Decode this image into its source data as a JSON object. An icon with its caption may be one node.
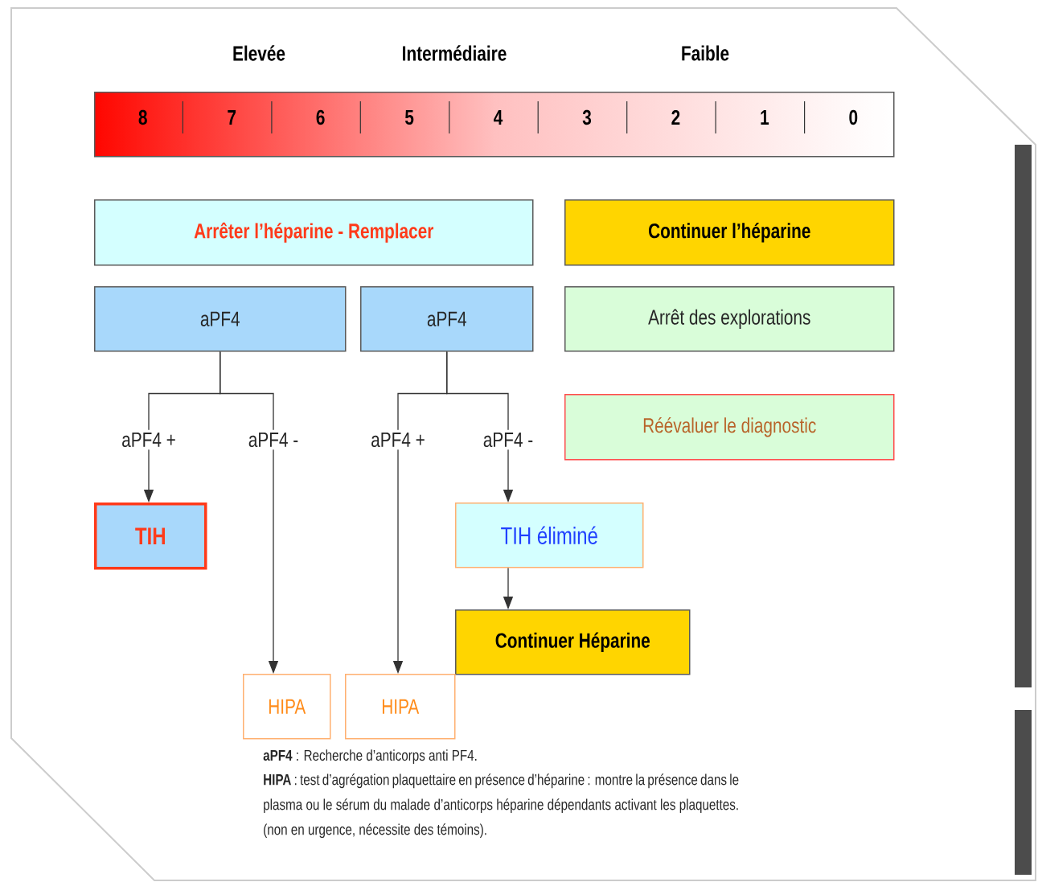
{
  "diagram": {
    "nodes": [
      {
        "text": [
          "8",
          "7",
          "6",
          "5",
          "4",
          "3",
          "2",
          "1",
          "0"
        ]
      },
      {
        "text": [
          "Arrêter l’héparine - Remplacer"
        ]
      },
      {
        "text": [
          "Continuer l’héparine"
        ]
      },
      {
        "text": [
          "aPF4"
        ]
      },
      {
        "text": [
          "aPF4"
        ]
      },
      {
        "text": [
          "Arrêt des explorations"
        ]
      },
      {
        "text": [
          "Réévaluer le diagnostic"
        ]
      },
      {
        "text": [
          "aPF4 +"
        ]
      },
      {
        "text": [
          "aPF4 -"
        ]
      },
      {
        "text": [
          "aPF4 +"
        ]
      },
      {
        "text": [
          "aPF4 -"
        ]
      },
      {
        "text": [
          "TIH"
        ]
      },
      {
        "text": [
          "TIH éliminé"
        ]
      },
      {
        "text": [
          "Continuer Héparine"
        ]
      },
      {
        "text": [
          "HIPA"
        ]
      },
      {
        "text": [
          "HIPA"
        ]
      }
    ],
    "edges": [
      {
        "from": 3,
        "to": 7,
        "arrow": "none"
      },
      {
        "from": 3,
        "to": 8,
        "arrow": "none"
      },
      {
        "from": 4,
        "to": 9,
        "arrow": "none"
      },
      {
        "from": 4,
        "to": 10,
        "arrow": "none"
      },
      {
        "from": 7,
        "to": 11,
        "arrow": "to"
      },
      {
        "from": 8,
        "to": 14,
        "arrow": "to"
      },
      {
        "from": 9,
        "to": 15,
        "arrow": "to"
      },
      {
        "from": 10,
        "to": 12,
        "arrow": "to"
      },
      {
        "from": 12,
        "to": 13,
        "arrow": "to"
      }
    ],
    "labels": [
      "Elevée",
      "Intermédiaire",
      "Faible",
      "**aPF4** : Recherche d’anticorps anti PF4.",
      "**HIPA** : test d’agrégation plaquettaire en présence d’héparine : montre la présence dans le plasma ou le sérum du malade d’anticorps héparine dépendants activant les plaquettes. (non en urgence, nécessite des témoins)."
    ]
  }
}
